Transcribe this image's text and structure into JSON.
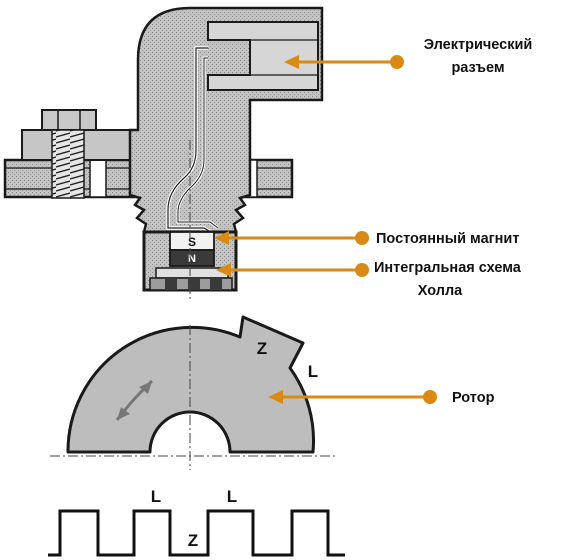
{
  "labels": {
    "connector_line1": "Электрический",
    "connector_line2": "разъем",
    "magnet": "Постоянный магнит",
    "hall_line1": "Интегральная схема",
    "hall_line2": "Холла",
    "rotor": "Ротор",
    "magnet_top_pole": "S",
    "magnet_bottom_pole": "N",
    "rotor_tooth_zone": "Z",
    "rotor_gap_zone": "L",
    "wave_gap_1": "L",
    "wave_gap_2": "L",
    "wave_tooth": "Z"
  },
  "colors": {
    "callout": "#d98a14",
    "body_fill": "#b9b9b9",
    "outline": "#1a1a1a",
    "rotor_fill": "#bdbdbd"
  }
}
